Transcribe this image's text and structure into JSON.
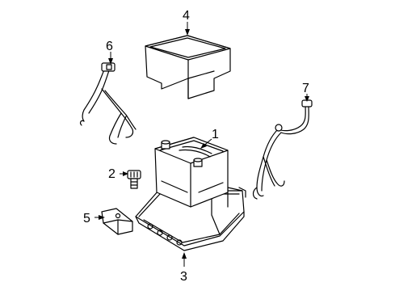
{
  "diagram": {
    "callouts": [
      {
        "id": "battery",
        "label": "1"
      },
      {
        "id": "bolt",
        "label": "2"
      },
      {
        "id": "tray",
        "label": "3"
      },
      {
        "id": "insulator",
        "label": "4"
      },
      {
        "id": "holddown",
        "label": "5"
      },
      {
        "id": "negative-cable",
        "label": "6"
      },
      {
        "id": "positive-cable",
        "label": "7"
      }
    ]
  }
}
